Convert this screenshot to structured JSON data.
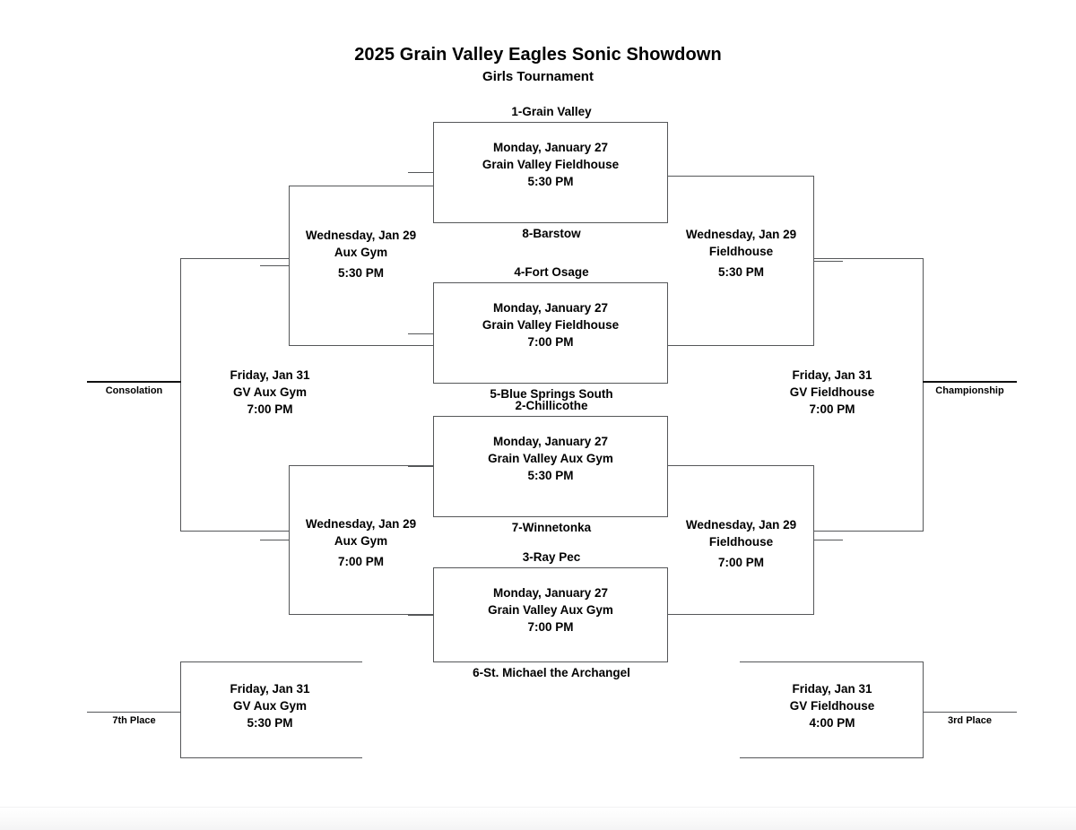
{
  "header": {
    "title": "2025 Grain Valley Eagles Sonic Showdown",
    "subtitle": "Girls Tournament"
  },
  "round1": [
    {
      "id": "game-1",
      "top_seed": "1-Grain Valley",
      "bottom_seed": "8-Barstow",
      "date": "Monday, January 27",
      "venue": "Grain Valley Fieldhouse",
      "time": "5:30 PM"
    },
    {
      "id": "game-2",
      "top_seed": "4-Fort Osage",
      "bottom_seed": "5-Blue Springs South",
      "date": "Monday, January 27",
      "venue": "Grain Valley Fieldhouse",
      "time": "7:00 PM"
    },
    {
      "id": "game-3",
      "top_seed": "2-Chillicothe",
      "bottom_seed": "7-Winnetonka",
      "date": "Monday, January 27",
      "venue": "Grain Valley Aux Gym",
      "time": "5:30 PM"
    },
    {
      "id": "game-4",
      "top_seed": "3-Ray Pec",
      "bottom_seed": "6-St. Michael the Archangel",
      "date": "Monday, January 27",
      "venue": "Grain Valley Aux Gym",
      "time": "7:00 PM"
    }
  ],
  "round2": {
    "left_upper": {
      "date": "Wednesday, Jan 29",
      "venue": "Aux Gym",
      "time": "5:30 PM"
    },
    "left_lower": {
      "date": "Wednesday, Jan 29",
      "venue": "Aux Gym",
      "time": "7:00 PM"
    },
    "right_upper": {
      "date": "Wednesday, Jan 29",
      "venue": "Fieldhouse",
      "time": "5:30 PM"
    },
    "right_lower": {
      "date": "Wednesday, Jan 29",
      "venue": "Fieldhouse",
      "time": "7:00 PM"
    }
  },
  "finals": {
    "consolation": {
      "date": "Friday, Jan 31",
      "venue": "GV Aux Gym",
      "time": "7:00 PM",
      "caption": "Consolation"
    },
    "championship": {
      "date": "Friday, Jan 31",
      "venue": "GV Fieldhouse",
      "time": "7:00 PM",
      "caption": "Championship"
    },
    "seventh": {
      "date": "Friday, Jan 31",
      "venue": "GV Aux Gym",
      "time": "5:30 PM",
      "caption": "7th Place"
    },
    "third": {
      "date": "Friday, Jan 31",
      "venue": "GV Fieldhouse",
      "time": "4:00 PM",
      "caption": "3rd Place"
    }
  },
  "colors": {
    "line": "#555759",
    "line_dark": "#111111",
    "text": "#000000",
    "background": "#ffffff"
  }
}
